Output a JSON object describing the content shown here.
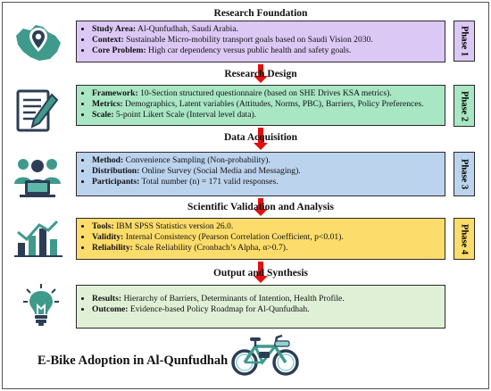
{
  "stages": [
    {
      "title": "Research Foundation",
      "phase": "Phase 1",
      "icon": "saudi-map-location-pin-icon",
      "bg": "#dcc8f4",
      "tab_bg": "#dcc8f4",
      "items": [
        {
          "label": "Study Area:",
          "text": " Al-Qunfudhah, Saudi Arabia."
        },
        {
          "label": "Context:",
          "text": " Sustainable Micro-mobility transport goals based on Saudi Vision 2030."
        },
        {
          "label": "Core Problem:",
          "text": " High car dependency versus public health and safety goals."
        }
      ]
    },
    {
      "title": "Research Design",
      "phase": "Phase 2",
      "icon": "document-pencil-icon",
      "bg": "#a8e6c4",
      "tab_bg": "#a8e6c4",
      "items": [
        {
          "label": "Framework:",
          "text": " 10-Section structured questionnaire (based on SHE Drives KSA metrics)."
        },
        {
          "label": "Metrics:",
          "text": " Demographics, Latent variables (Attitudes, Norms, PBC), Barriers, Policy Preferences."
        },
        {
          "label": "Scale:",
          "text": " 5-point Likert Scale (Interval level data)."
        }
      ]
    },
    {
      "title": "Data Acquisition",
      "phase": "Phase 3",
      "icon": "people-laptop-icon",
      "bg": "#bcd3ee",
      "tab_bg": "#bcd3ee",
      "items": [
        {
          "label": "Method:",
          "text": " Convenience Sampling (Non-probability)."
        },
        {
          "label": "Distribution:",
          "text": " Online Survey (Social Media and Messaging)."
        },
        {
          "label": "Participants:",
          "text": " Total number (n) = 171 valid responses."
        }
      ]
    },
    {
      "title": "Scientific Validation and Analysis",
      "phase": "Phase 4",
      "icon": "bar-chart-check-icon",
      "bg": "#fcdc6a",
      "tab_bg": "#fcdc6a",
      "items": [
        {
          "label": "Tools:",
          "text": " IBM SPSS Statistics version 26.0."
        },
        {
          "label": "Validity:",
          "text": " Internal Consistency (Pearson Correlation Coefficient, p<0.01)."
        },
        {
          "label": "Reliability:",
          "text": " Scale Reliability (Cronbach’s Alpha, α>0.7)."
        }
      ]
    },
    {
      "title": "Output and Synthesis",
      "phase": "",
      "icon": "lightbulb-icon",
      "bg": "#e0f0d6",
      "tab_bg": "",
      "items": [
        {
          "label": "Results:",
          "text": " Hierarchy of Barriers, Determinants of Intention, Health Profile."
        },
        {
          "label": "Outcome:",
          "text": " Evidence-based Policy Roadmap for Al-Qunfudhah."
        }
      ]
    }
  ],
  "bottom_title": "E-Bike Adoption in Al-Qunfudhah",
  "bottom_icon": "e-bike-icon",
  "arrow_color": "#e01010"
}
